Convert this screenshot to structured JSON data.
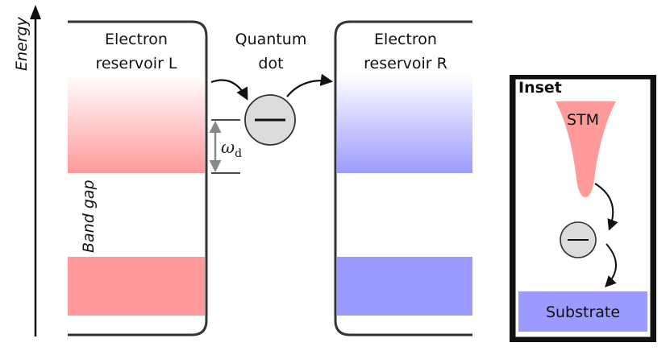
{
  "axis": {
    "label": "Energy"
  },
  "reservoir_left": {
    "line1": "Electron",
    "line2": "reservoir L"
  },
  "quantum_dot": {
    "line1": "Quantum",
    "line2": "dot"
  },
  "reservoir_right": {
    "line1": "Electron",
    "line2": "reservoir R"
  },
  "band_gap": {
    "label": "Band gap"
  },
  "level_spacing": {
    "symbol": "ω",
    "subscript": "d"
  },
  "inset": {
    "title": "Inset",
    "tip_label": "STM",
    "substrate_label": "Substrate"
  },
  "colors": {
    "left_band": "#ff9a9a",
    "right_band": "#9b9bff",
    "dot_fill": "#dcdcdc",
    "frame": "#333333",
    "gap_arrow": "#888888"
  }
}
